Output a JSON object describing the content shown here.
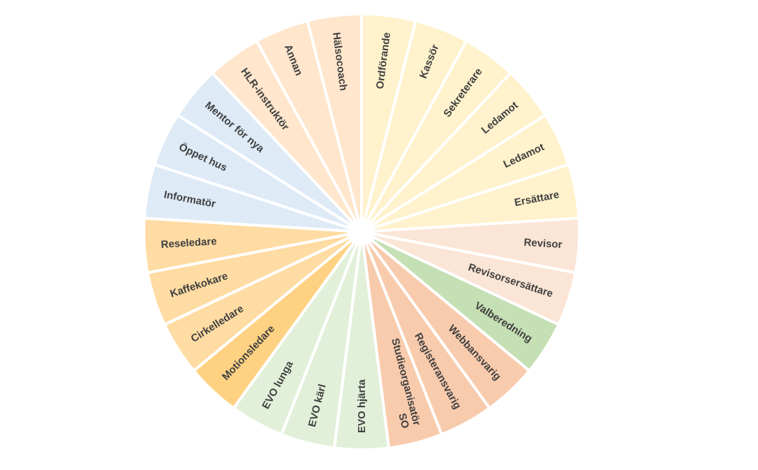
{
  "chart_data": {
    "type": "pie",
    "title": "",
    "start": "top",
    "direction": "clockwise",
    "slices": [
      {
        "label": [
          "Ordförande"
        ],
        "value": 1,
        "color": "#FFF2CC"
      },
      {
        "label": [
          "Kassör"
        ],
        "value": 1,
        "color": "#FFF2CC"
      },
      {
        "label": [
          "Sekreterare"
        ],
        "value": 1,
        "color": "#FFF2CC"
      },
      {
        "label": [
          "Ledamot"
        ],
        "value": 1,
        "color": "#FFF2CC"
      },
      {
        "label": [
          "Ledamot"
        ],
        "value": 1,
        "color": "#FFF2CC"
      },
      {
        "label": [
          "Ersättare"
        ],
        "value": 1,
        "color": "#FFF2CC"
      },
      {
        "label": [
          "Revisor"
        ],
        "value": 1,
        "color": "#FBE5D6"
      },
      {
        "label": [
          "Revisorsersättare"
        ],
        "value": 1,
        "color": "#FBE5D6"
      },
      {
        "label": [
          "Valberedning"
        ],
        "value": 1,
        "color": "#C5E0B4"
      },
      {
        "label": [
          "Webbansvarig"
        ],
        "value": 1,
        "color": "#F8CBAD"
      },
      {
        "label": [
          "Registeransvarig"
        ],
        "value": 1,
        "color": "#F8CBAD"
      },
      {
        "label": [
          "Studieorganisatör",
          "SO"
        ],
        "value": 1,
        "color": "#F8CBAD"
      },
      {
        "label": [
          "EVO hjärta"
        ],
        "value": 1,
        "color": "#E2F0D9"
      },
      {
        "label": [
          "EVO kärl"
        ],
        "value": 1,
        "color": "#E2F0D9"
      },
      {
        "label": [
          "EVO lunga"
        ],
        "value": 1,
        "color": "#E2F0D9"
      },
      {
        "label": [
          "Motionsledare"
        ],
        "value": 1,
        "color": "#FFD283"
      },
      {
        "label": [
          "Cirkelledare"
        ],
        "value": 1,
        "color": "#FFDCA3"
      },
      {
        "label": [
          "Kaffekokare"
        ],
        "value": 1,
        "color": "#FFDCA3"
      },
      {
        "label": [
          "Reseledare"
        ],
        "value": 1,
        "color": "#FFDCA3"
      },
      {
        "label": [
          "Informatör"
        ],
        "value": 1,
        "color": "#DEEBF7"
      },
      {
        "label": [
          "Öppet hus"
        ],
        "value": 1,
        "color": "#DEEBF7"
      },
      {
        "label": [
          "Mentor för nya"
        ],
        "value": 1,
        "color": "#DEEBF7"
      },
      {
        "label": [
          "HLR-instruktör"
        ],
        "value": 1,
        "color": "#FFE6CC"
      },
      {
        "label": [
          "Annan"
        ],
        "value": 1,
        "color": "#FFE6CC"
      },
      {
        "label": [
          "Hälsocoach"
        ],
        "value": 1,
        "color": "#FFE6CC"
      }
    ]
  }
}
